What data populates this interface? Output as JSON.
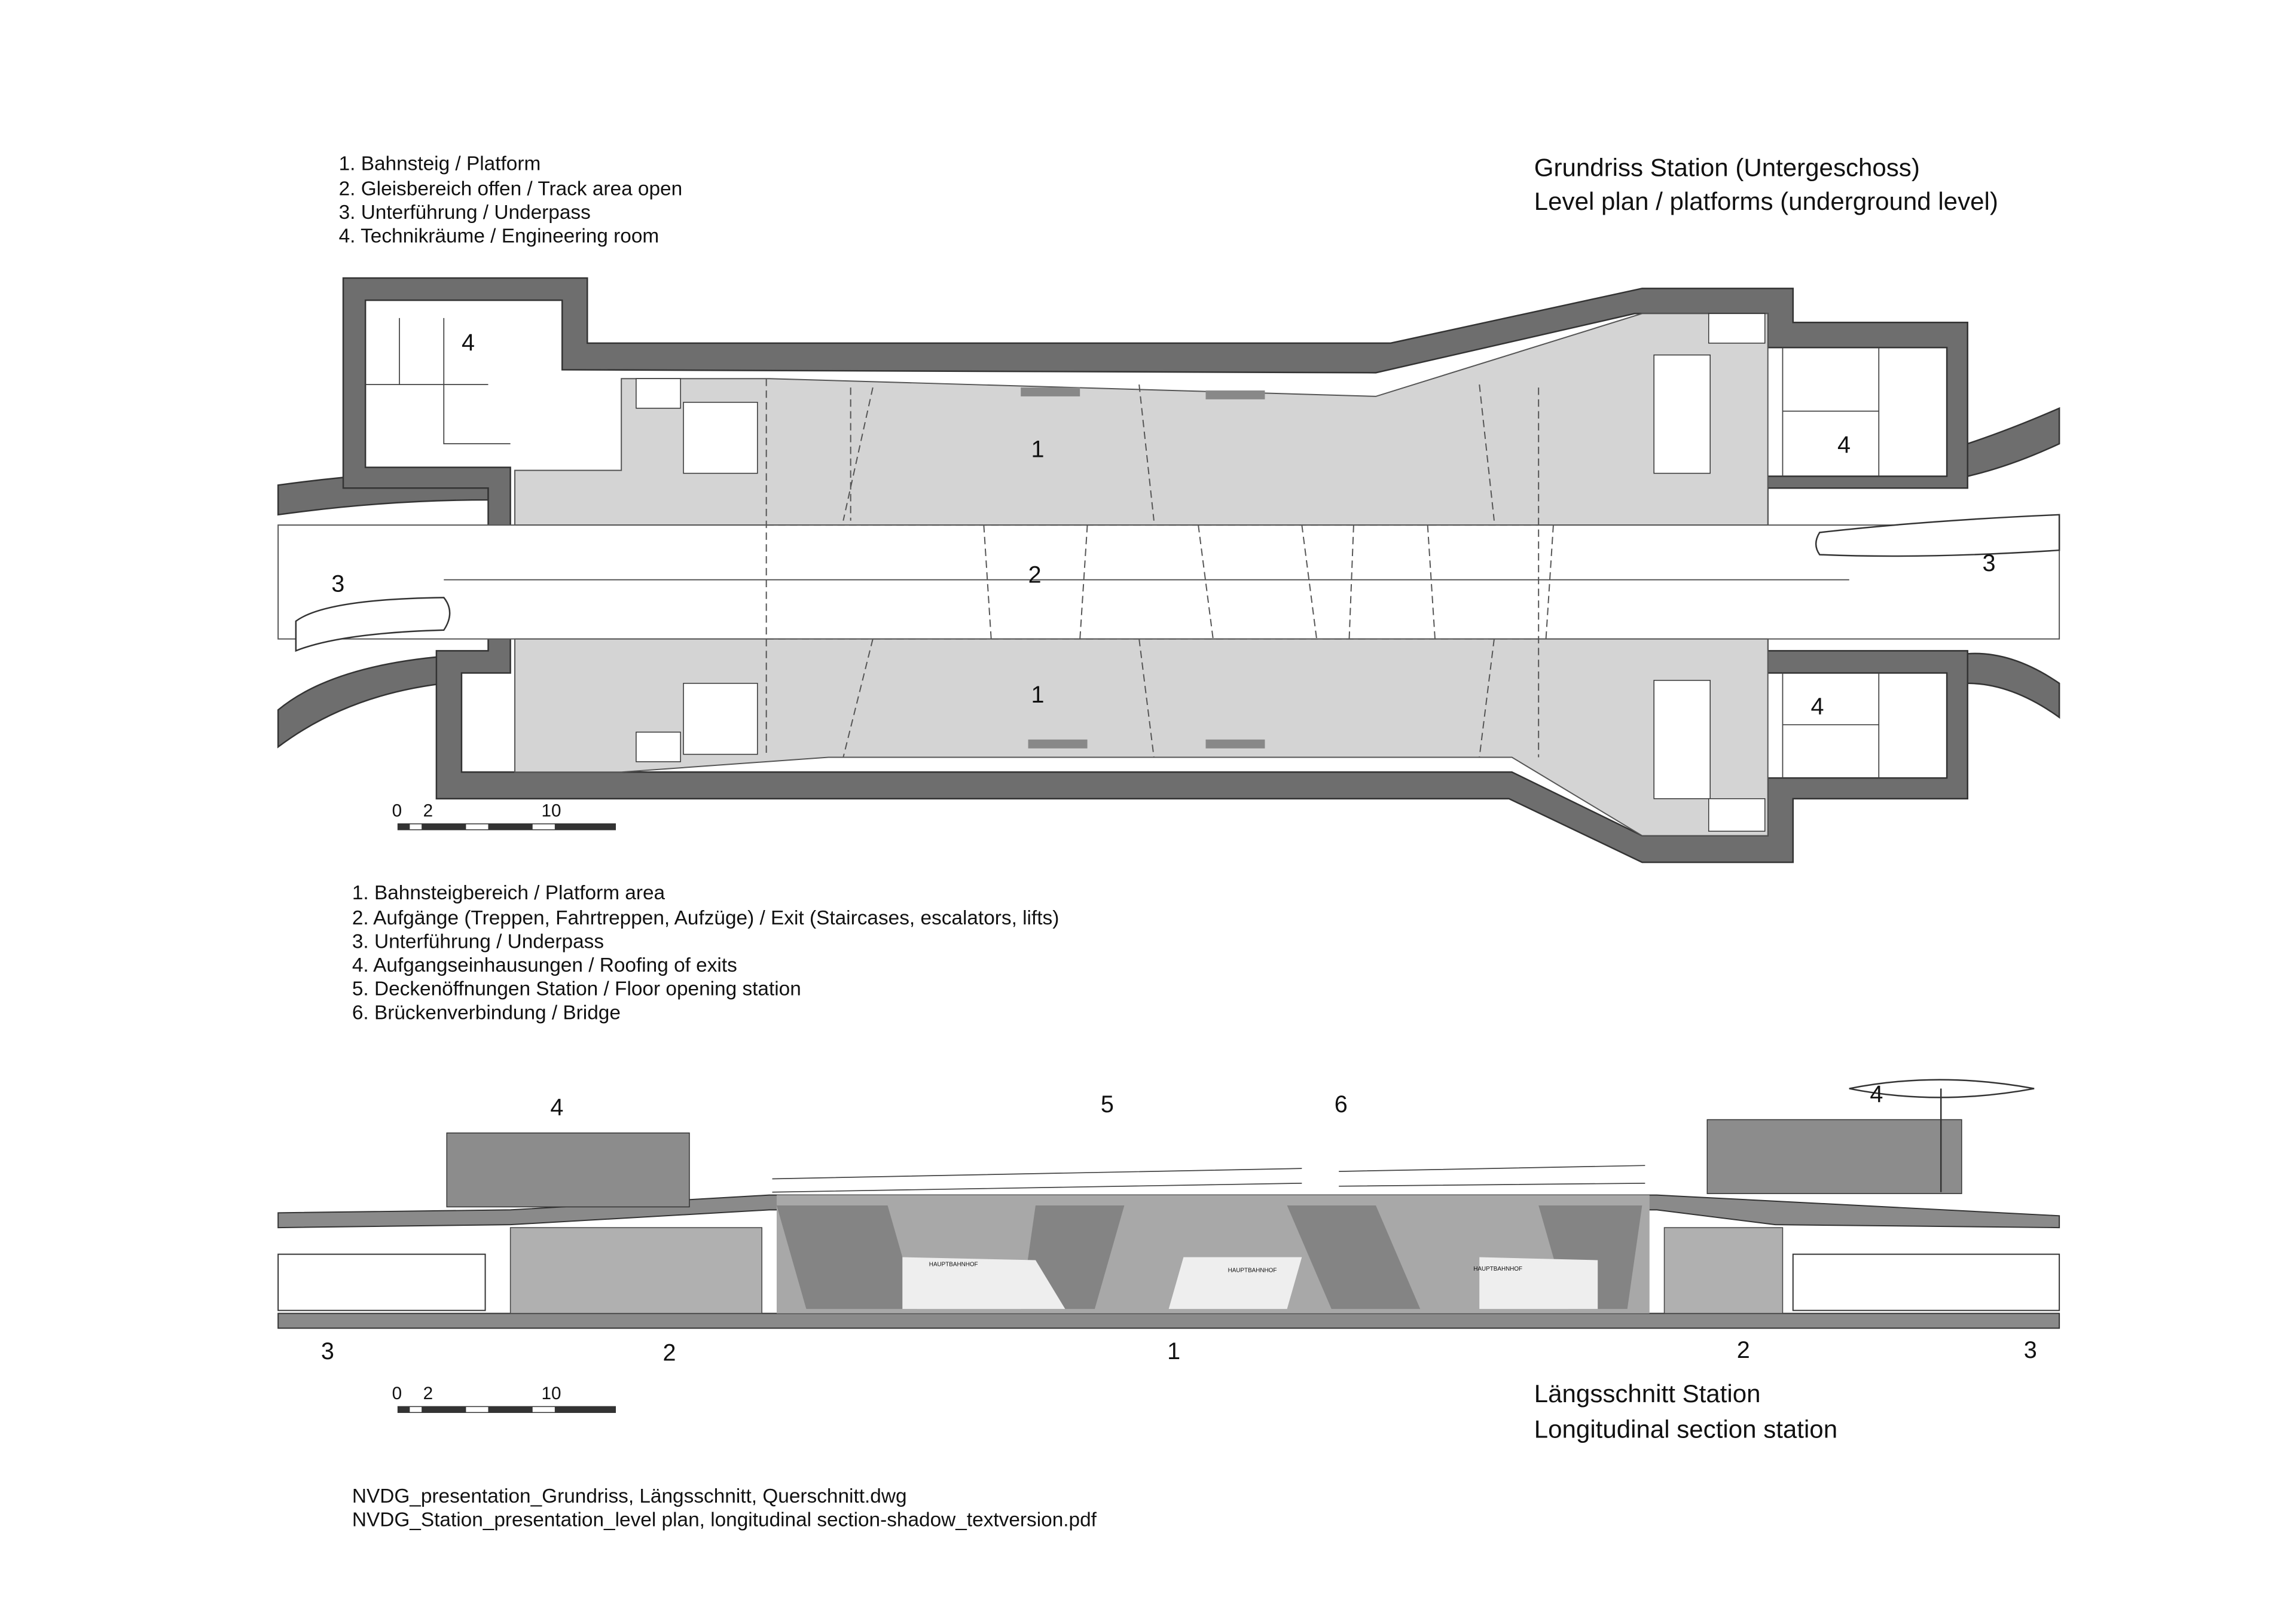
{
  "plan": {
    "title_de": "Grundriss Station (Untergeschoss)",
    "title_en": "Level plan / platforms (underground level)",
    "legend": [
      "1. Bahnsteig / Platform",
      "2. Gleisbereich offen / Track area open",
      "3. Unterführung / Underpass",
      "4. Technikräume / Engineering room"
    ],
    "labels": {
      "platform": "1",
      "track": "2",
      "underpass": "3",
      "engineering": "4"
    },
    "scale": {
      "zero": "0",
      "two": "2",
      "ten": "10"
    }
  },
  "section": {
    "title_de": "Längsschnitt Station",
    "title_en": "Longitudinal section station",
    "legend": [
      "1. Bahnsteigbereich / Platform area",
      "2. Aufgänge (Treppen, Fahrtreppen, Aufzüge) / Exit (Staircases, escalators, lifts)",
      "3. Unterführung / Underpass",
      "4. Aufgangseinhausungen / Roofing of exits",
      "5. Deckenöffnungen Station / Floor opening station",
      "6. Brückenverbindung / Bridge"
    ],
    "labels": {
      "platform": "1",
      "exit": "2",
      "underpass": "3",
      "roofing": "4",
      "floor_opening": "5",
      "bridge": "6"
    },
    "sign": "HAUPTBAHNHOF",
    "scale": {
      "zero": "0",
      "two": "2",
      "ten": "10"
    }
  },
  "files": [
    "NVDG_presentation_Grundriss, Längsschnitt, Querschnitt.dwg",
    "NVDG_Station_presentation_level plan, longitudinal section-shadow_textversion.pdf"
  ],
  "colors": {
    "wall": "#6e6e6e",
    "platform": "#d4d4d4",
    "section_dark": "#7a7a7a",
    "section_mid": "#a8a8a8"
  }
}
